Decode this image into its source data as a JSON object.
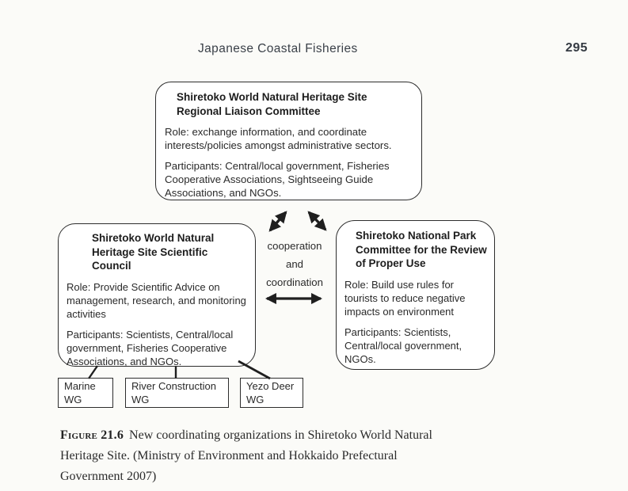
{
  "header": {
    "title": "Japanese Coastal Fisheries",
    "page_number": "295"
  },
  "diagram": {
    "liaison_box": {
      "title": "Shiretoko World Natural Heritage Site Regional Liaison Committee",
      "role": "Role: exchange information, and coordinate interests/policies amongst administrative sectors.",
      "participants": "Participants: Central/local government, Fisheries Cooperative Associations, Sightseeing Guide Associations, and NGOs."
    },
    "scientific_box": {
      "title": "Shiretoko World Natural Heritage Site Scientific Council",
      "role": "Role: Provide Scientific Advice on management, research, and monitoring activities",
      "participants": "Participants: Scientists, Central/local government, Fisheries Cooperative Associations, and NGOs."
    },
    "park_box": {
      "title": "Shiretoko National Park Committee for the Review of Proper Use",
      "role": "Role: Build use rules  for tourists to reduce negative impacts on environment",
      "participants": "Participants: Scientists, Central/local government, NGOs."
    },
    "center_label": {
      "line1": "cooperation",
      "line2": "and",
      "line3": "coordination"
    },
    "working_groups": [
      {
        "label": "Marine WG"
      },
      {
        "label": "River Construction WG"
      },
      {
        "label": "Yezo Deer WG"
      }
    ],
    "colors": {
      "ink": "#222222",
      "border": "#2d2d2d",
      "page_background": "#fbfbf8"
    }
  },
  "caption": {
    "label": "Figure 21.6",
    "line1": "New coordinating organizations in Shiretoko World Natural",
    "line2": "Heritage Site. (Ministry of Environment and Hokkaido Prefectural",
    "line3": "Government 2007)"
  }
}
